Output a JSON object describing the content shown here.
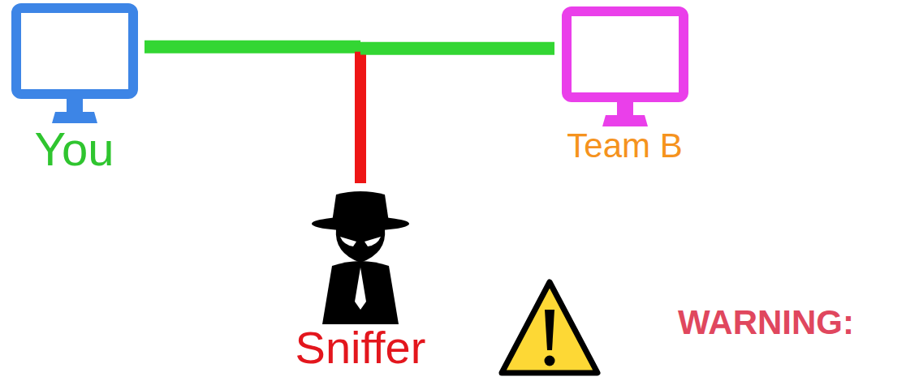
{
  "diagram": {
    "nodes": [
      {
        "text": [
          "You"
        ]
      },
      {
        "text": [
          "Sniffer"
        ]
      },
      {
        "text": [
          "Team B"
        ]
      }
    ],
    "edges": [
      {
        "from": 0,
        "to": 2,
        "arrow": "none"
      },
      {
        "from": 1,
        "to": 0,
        "arrow": "none"
      },
      {
        "from": 1,
        "to": 2,
        "arrow": "none"
      }
    ],
    "labels": [
      "WARNING:"
    ]
  }
}
